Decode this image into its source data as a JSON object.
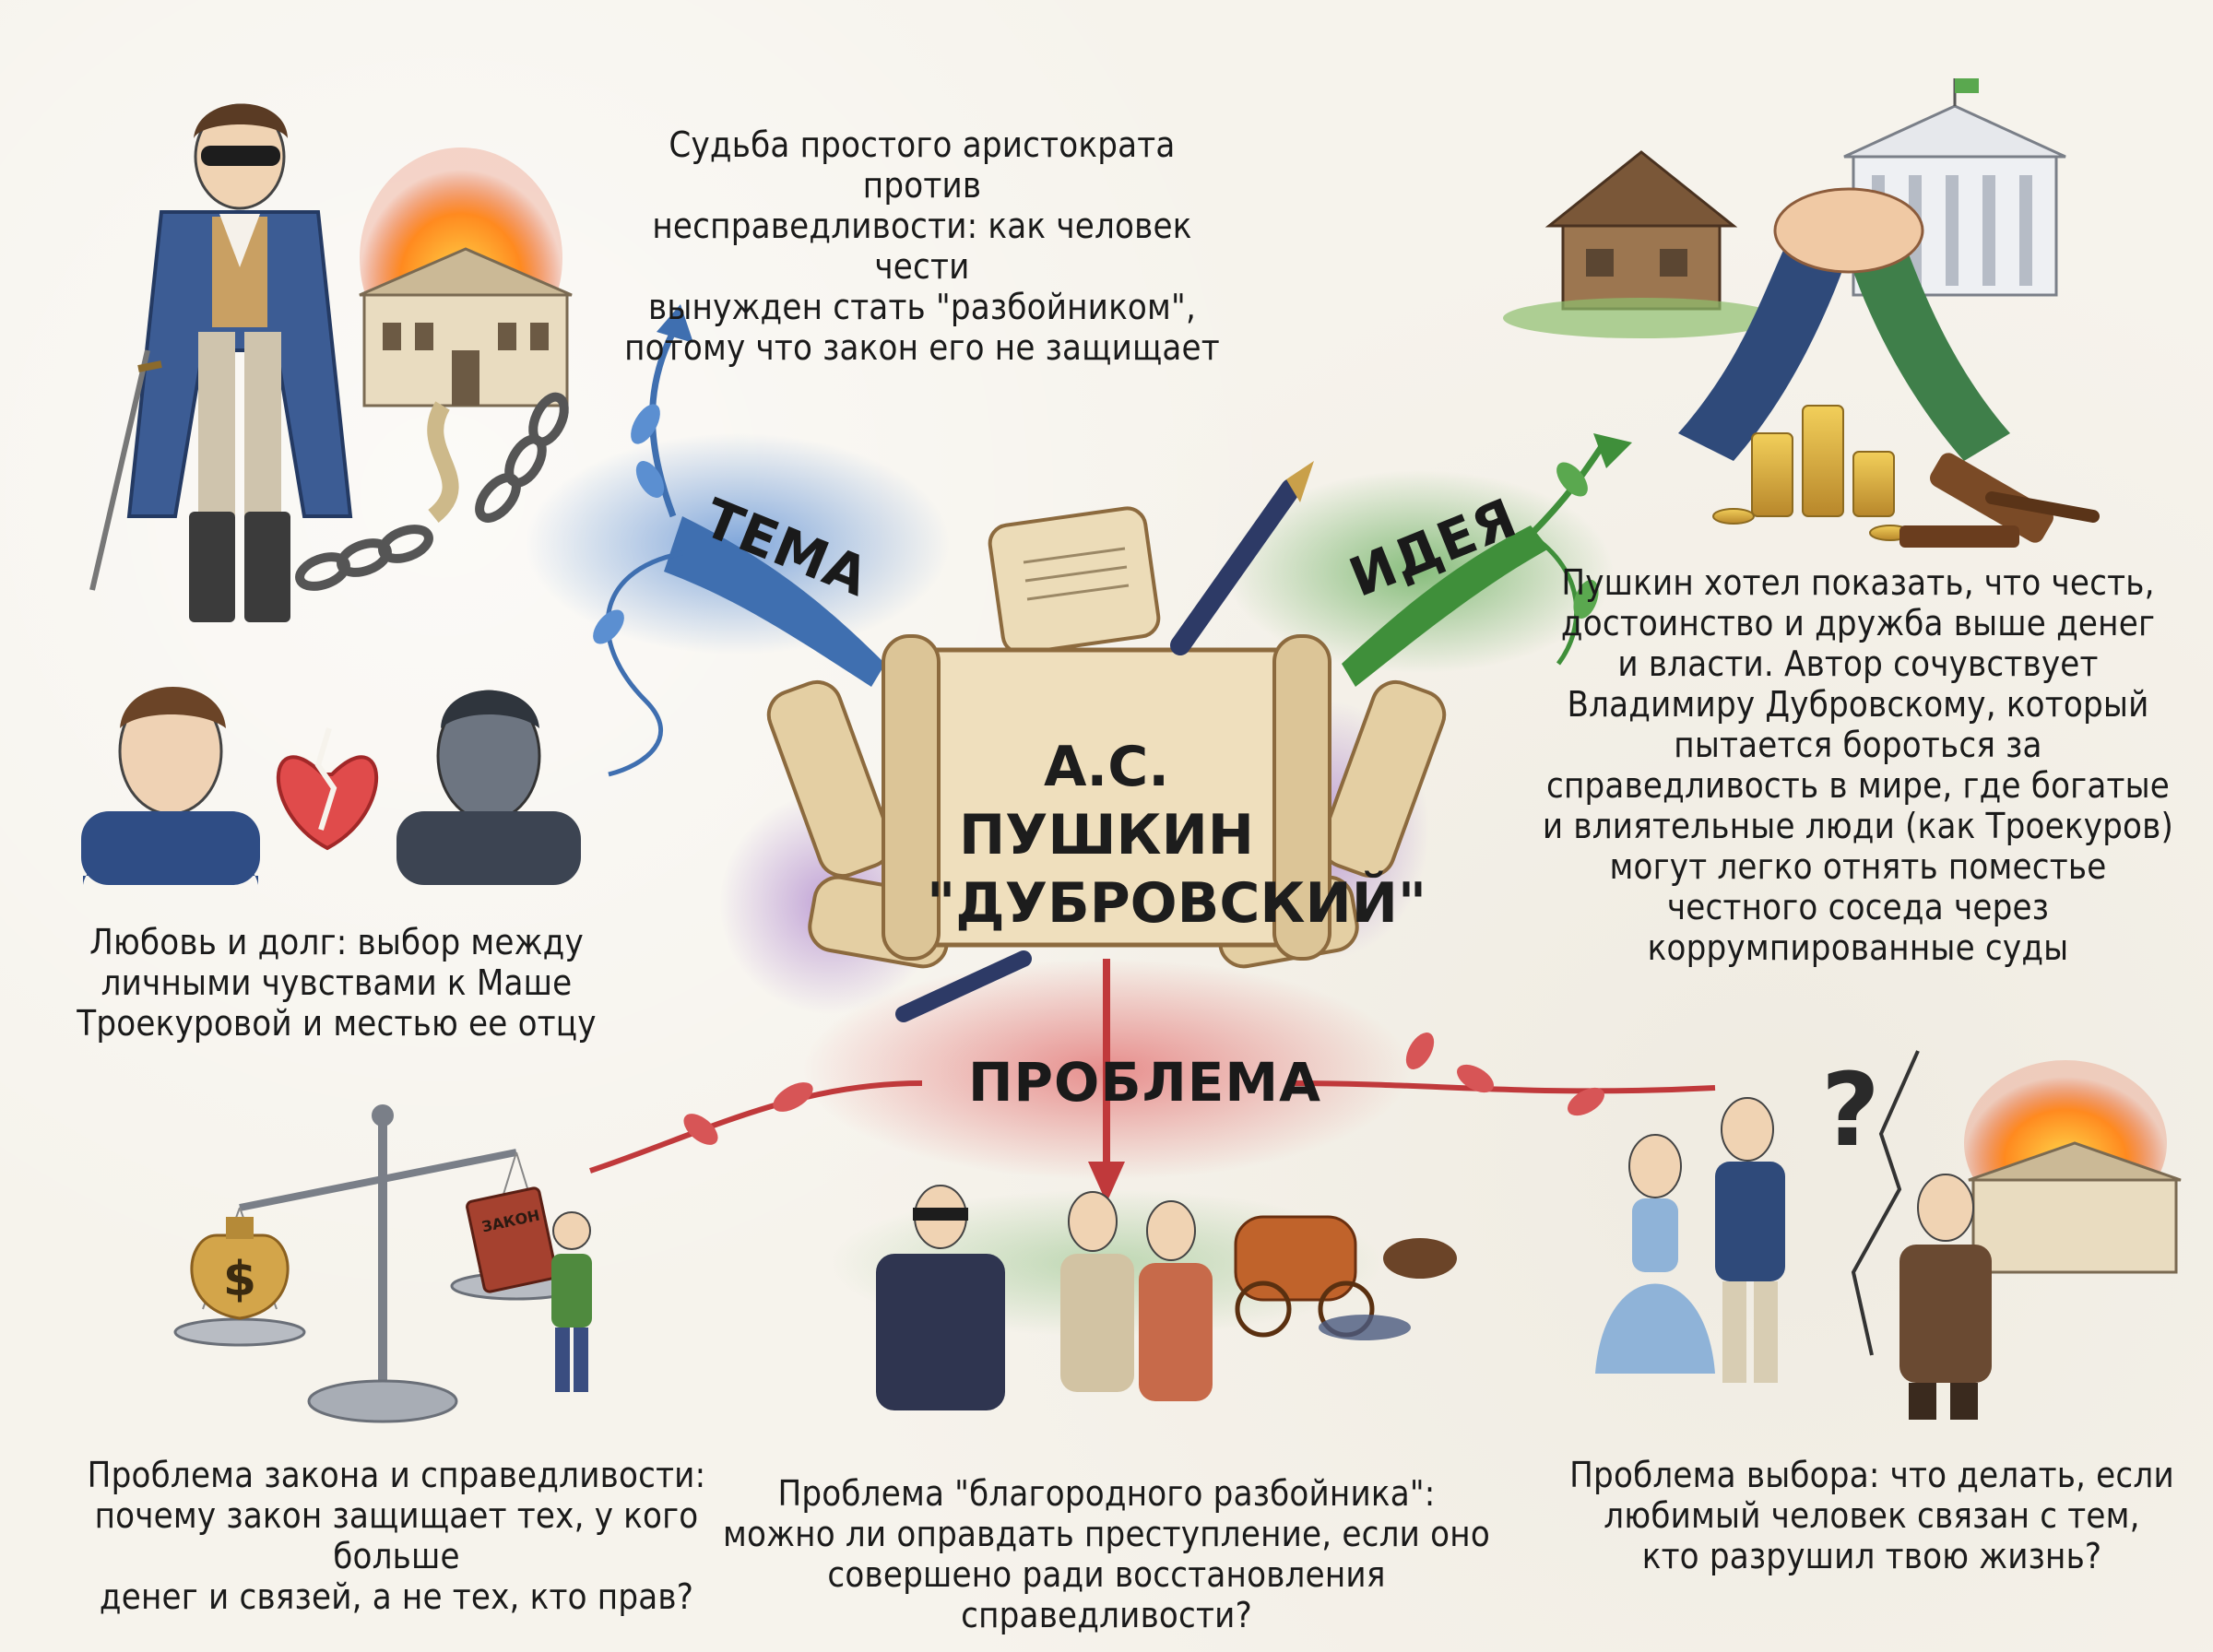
{
  "center": {
    "line1": "А.С. ПУШКИН",
    "line2": "\"ДУБРОВСКИЙ\""
  },
  "branches": {
    "theme": "ТЕМА",
    "idea": "ИДЕЯ",
    "problem": "ПРОБЛЕМА"
  },
  "theme_text": "Судьба простого аристократа против\nнесправедливости: как человек чести\nвынужден стать \"разбойником\",\nпотому что закон его не защищает",
  "love_text": "Любовь и долг: выбор между\nличными чувствами к Маше\nТроекуровой и местью ее отцу",
  "idea_text": "Пушкин хотел показать, что честь,\nдостоинство и дружба выше денег\nи власти. Автор сочувствует\nВладимиру Дубровскому, который\nпытается бороться за\nсправедливость в мире, где богатые\nи влиятельные люди (как Троекуров)\nмогут легко отнять поместье\nчестного соседа через\nкоррумпированные суды",
  "problem_law_text": "Проблема закона и справедливости:\nпочему закон защищает тех, у кого больше\nденег и связей, а не тех, кто прав?",
  "problem_robber_text": "Проблема \"благородного разбойника\":\nможно ли оправдать преступление, если оно\nсовершено ради восстановления справедливости?",
  "problem_choice_text": "Проблема выбора: что делать, если\nлюбимый человек связан с тем,\nкто разрушил твою жизнь?",
  "book_label": "ЗАКОН",
  "dollar_sign": "$",
  "question_mark": "?",
  "colors": {
    "theme": "#3f6fb0",
    "idea": "#3f8f3a",
    "problem": "#c0393b",
    "paper": "#f6f3ec",
    "scroll": "#ecdcb8"
  }
}
